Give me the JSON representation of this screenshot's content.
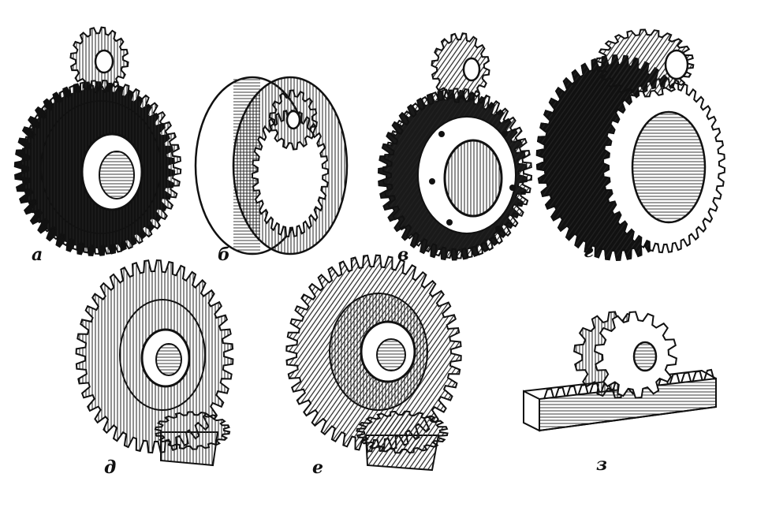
{
  "figure": {
    "captions": {
      "a": "а",
      "b": "б",
      "v": "в",
      "g": "г",
      "d": "д",
      "e": "е",
      "z": "з"
    },
    "icons": {
      "a": "spur-gear-pair-icon",
      "b": "internal-gear-pair-icon",
      "v": "helical-gear-pair-icon",
      "g": "herringbone-gear-pair-icon",
      "d": "straight-bevel-gear-pair-icon",
      "e": "spiral-bevel-gear-pair-icon",
      "z": "rack-and-pinion-icon"
    },
    "colors": {
      "ink": "#111111",
      "paper": "#ffffff"
    }
  }
}
